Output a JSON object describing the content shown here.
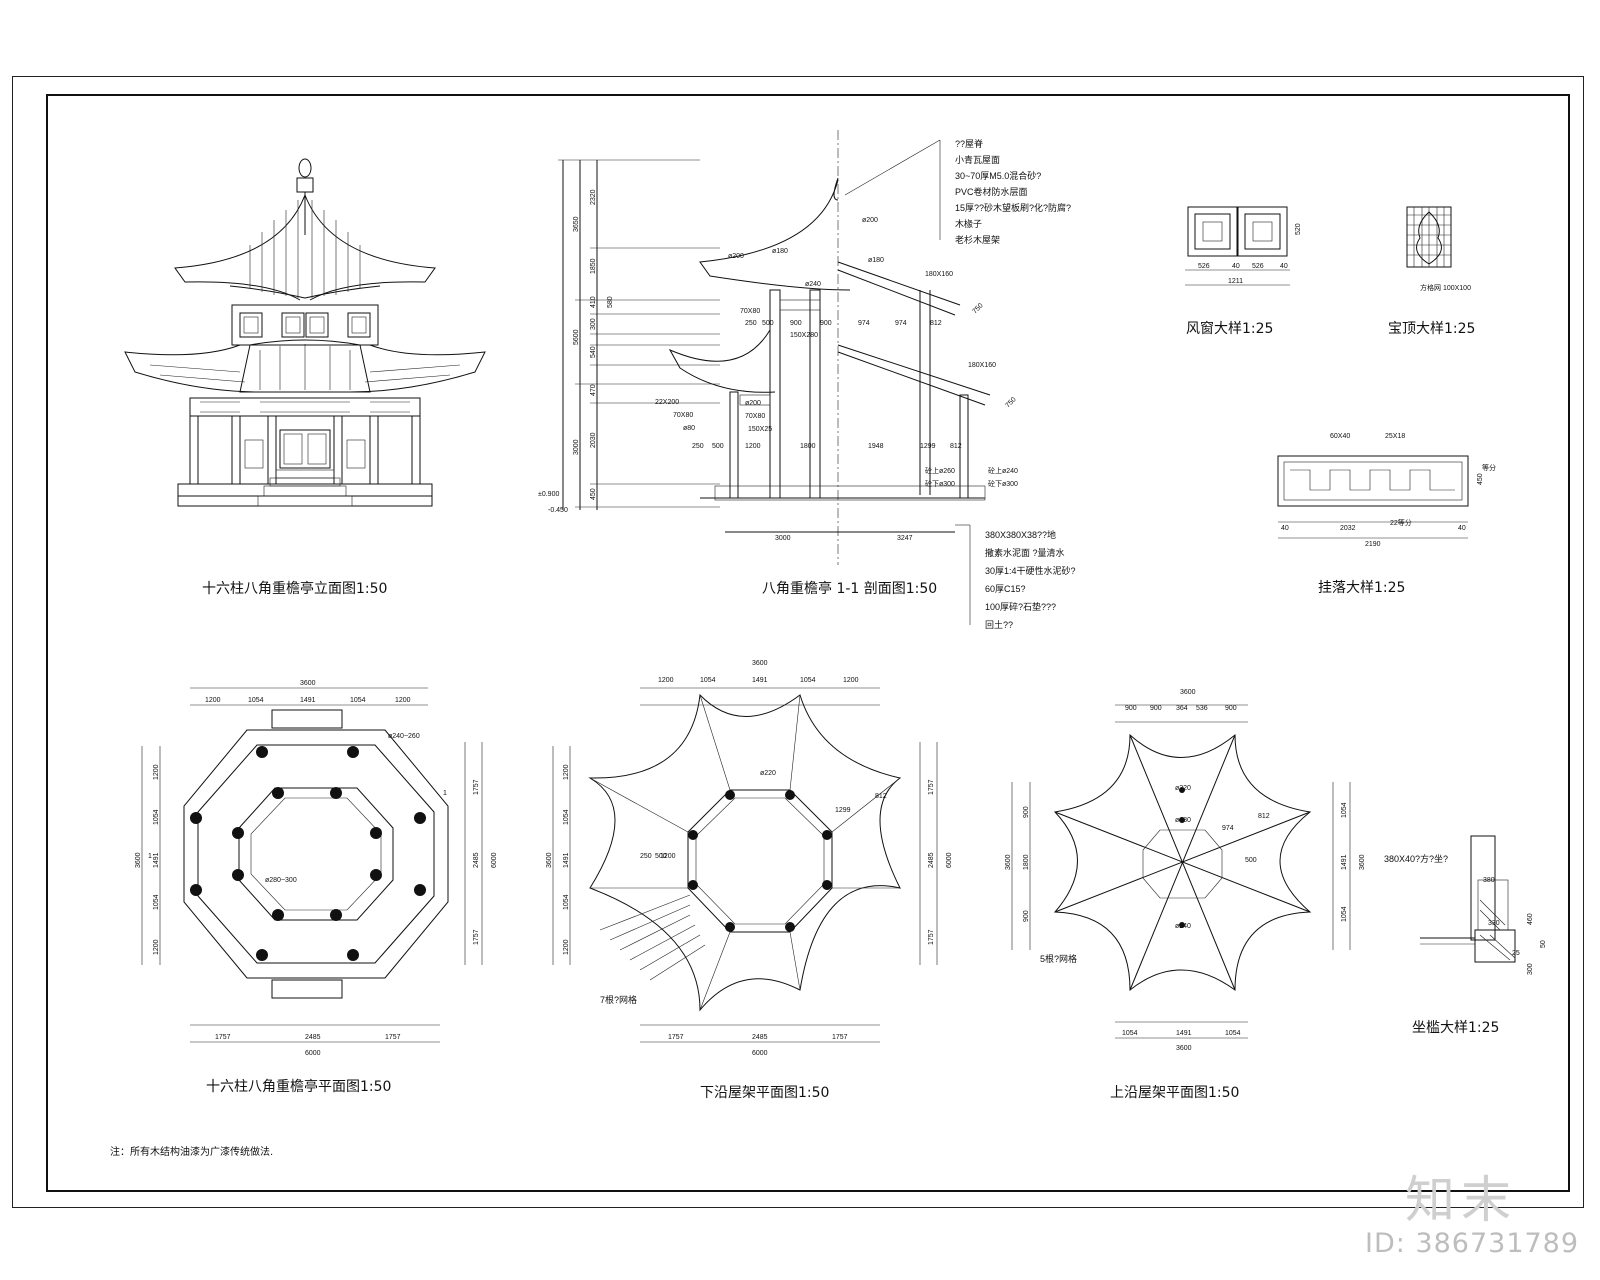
{
  "captions": {
    "elevation": "十六柱八角重檐亭立面图1:50",
    "section": "八角重檐亭 1-1 剖面图1:50",
    "window_detail": "风窗大样1:25",
    "finial_detail": "宝顶大样1:25",
    "hanging_detail": "挂落大样1:25",
    "plan": "十六柱八角重檐亭平面图1:50",
    "lower_roof_plan": "下沿屋架平面图1:50",
    "upper_roof_plan": "上沿屋架平面图1:50",
    "seat_detail": "坐槛大样1:25"
  },
  "note": "注：所有木结构油漆为广漆传统做法.",
  "roof_layers": [
    "??屋脊",
    "小青瓦屋面",
    "30~70厚M5.0混合砂?",
    "PVC卷材防水层面",
    "15厚??砂木望板刷?化?防腐?",
    "木椽子",
    "老杉木屋架"
  ],
  "floor_layers": [
    "380X380X38??地",
    "撒素水泥面 ?量清水",
    "30厚1:4干硬性水泥砂?",
    "60厚C15?",
    "100厚碎?石垫???",
    "回土??"
  ],
  "section_dims": {
    "vertical": [
      "2320",
      "1850",
      "410",
      "580",
      "300",
      "540",
      "470",
      "2030",
      "450"
    ],
    "vertical_total": [
      "3650",
      "5600",
      "3000"
    ],
    "upper_row": [
      "250",
      "500",
      "900",
      "900",
      "974",
      "974",
      "812"
    ],
    "lower_row": [
      "250",
      "500",
      "1200",
      "1800",
      "1948",
      "1299",
      "812"
    ],
    "bottom": [
      "3000",
      "3247"
    ],
    "levels": [
      "±0.900",
      "-0.450"
    ],
    "labels": [
      "ø200",
      "ø180",
      "ø200",
      "ø180",
      "ø240",
      "180X160",
      "180X160",
      "70X80",
      "150X280",
      "22X200",
      "70X80",
      "ø80",
      "ø200",
      "70X80",
      "150X25",
      "750",
      "750",
      "砼上ø260",
      "砼下ø300",
      "砼上ø240",
      "砼下ø300"
    ]
  },
  "window_dims": [
    "526",
    "40",
    "526",
    "40",
    "1211",
    "520"
  ],
  "finial_label": "方格网 100X100",
  "hanging_dims": [
    "60X40",
    "25X18",
    "450",
    "40",
    "2032",
    "22等分",
    "40",
    "2190",
    "等分"
  ],
  "plan_dims": {
    "top": [
      "3600",
      "1200",
      "1054",
      "1491",
      "1054",
      "1200"
    ],
    "left": [
      "1200",
      "1054",
      "1491",
      "1054",
      "1200",
      "3600"
    ],
    "right": [
      "1757",
      "2485",
      "1757",
      "6000"
    ],
    "bottom": [
      "1757",
      "2485",
      "1757",
      "6000"
    ],
    "labels": [
      "ø240~260",
      "ø280~300",
      "1",
      "1"
    ]
  },
  "lower_roof_dims": {
    "top": [
      "3600",
      "1200",
      "1054",
      "1491",
      "1054",
      "1200"
    ],
    "left": [
      "1200",
      "1054",
      "1491",
      "1054",
      "1200",
      "3600"
    ],
    "right": [
      "1757",
      "2485",
      "1757",
      "6000"
    ],
    "bottom": [
      "1757",
      "2485",
      "1757",
      "6000"
    ],
    "labels": [
      "ø220",
      "1299",
      "812",
      "250",
      "500",
      "1200",
      "7根?网格"
    ]
  },
  "upper_roof_dims": {
    "top": [
      "3600",
      "900",
      "900",
      "364",
      "536",
      "900"
    ],
    "left": [
      "900",
      "1800",
      "900",
      "3600"
    ],
    "right": [
      "1054",
      "1491",
      "1054",
      "3600"
    ],
    "bottom": [
      "1054",
      "1491",
      "1054",
      "3600"
    ],
    "labels": [
      "ø220",
      "ø180",
      "ø240",
      "974",
      "812",
      "500",
      "5根?网格"
    ]
  },
  "seat_dims": [
    "380X40?方?坐?",
    "380",
    "460",
    "330",
    "50",
    "300",
    "25"
  ],
  "watermark": {
    "brand": "知末",
    "id": "ID: 386731789"
  }
}
